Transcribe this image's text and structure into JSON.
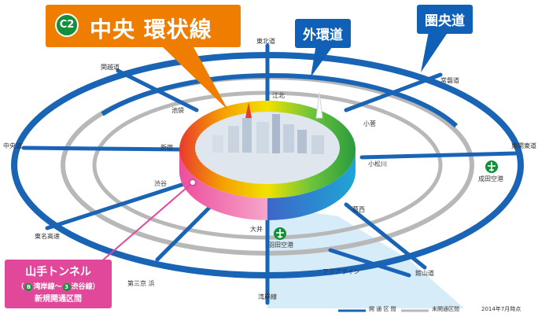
{
  "callouts": {
    "c2_badge": "C2",
    "c2_title": "中央 環状線",
    "gaikan": "外環道",
    "kenodo": "圏央道",
    "tunnel_line1": "山手トンネル",
    "tunnel_line2_a": "（",
    "tunnel_line2_num1": "B",
    "tunnel_line2_b": "湾岸線～",
    "tunnel_line2_num2": "3",
    "tunnel_line2_c": "渋谷線）",
    "tunnel_line3": "新規開通区間"
  },
  "labels": {
    "tohoku": "東北道",
    "kanetsu": "関越道",
    "joban": "常磐道",
    "chuo": "中央道",
    "higashikanto": "東関東道",
    "tomei": "東名高速",
    "wangan": "湾岸線",
    "aqualine": "アクアライン",
    "tateyama": "館山道",
    "daisan_keihin": "第三京 浜",
    "ikebukuro": "池袋",
    "shinjuku": "新宿",
    "shibuya": "渋谷",
    "oi": "大井",
    "kosuge": "小菅",
    "komatsugawa": "小松川",
    "kasai": "葛西",
    "koto": "江北",
    "haneda": "羽田空港",
    "narita": "成田空港"
  },
  "legend": {
    "open": "開 通 区 間",
    "unopened": "未開通区間",
    "date": "2014年7月時点"
  },
  "colors": {
    "open_road": "#1a64b6",
    "unopened_road": "#b8b8b8",
    "c2_orange": "#ef7d00",
    "tunnel_pink": "#e2489a",
    "sea_blue": "#d6ecf8",
    "airport_green": "#14903a"
  }
}
